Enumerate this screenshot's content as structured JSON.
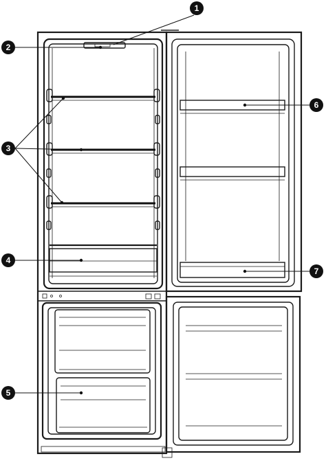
{
  "callouts": [
    {
      "number": "1",
      "part": "top-light"
    },
    {
      "number": "2",
      "part": "control-panel"
    },
    {
      "number": "3",
      "part": "fridge-shelves"
    },
    {
      "number": "4",
      "part": "crisper-drawer"
    },
    {
      "number": "5",
      "part": "freezer-drawer"
    },
    {
      "number": "6",
      "part": "door-rack-upper"
    },
    {
      "number": "7",
      "part": "door-rack-lower"
    }
  ],
  "colors": {
    "line": "#1a1a1a",
    "badge": "#111111",
    "badge_text": "#ffffff",
    "background": "#ffffff"
  }
}
